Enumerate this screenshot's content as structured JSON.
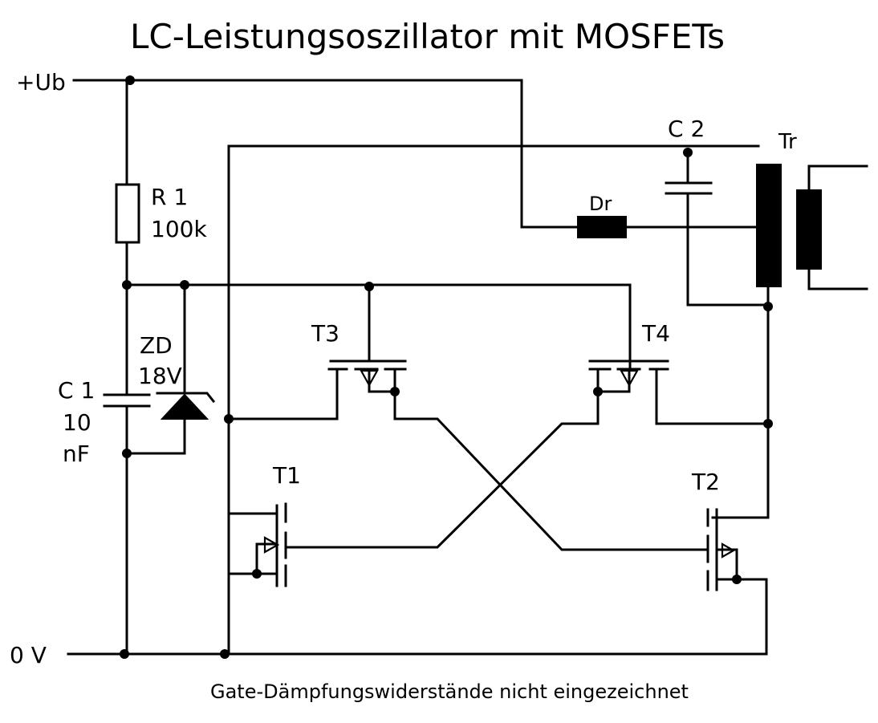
{
  "title": "LC-Leistungsoszillator mit MOSFETs",
  "rails": {
    "supply": "+Ub",
    "ground": "0 V"
  },
  "components": {
    "r1": {
      "name": "R 1",
      "value": "100k"
    },
    "c1": {
      "name": "C 1",
      "value_line1": "10",
      "value_line2": "nF"
    },
    "zd": {
      "name": "ZD",
      "value": "18V"
    },
    "c2": {
      "name": "C 2"
    },
    "dr": {
      "name": "Dr"
    },
    "tr": {
      "name": "Tr"
    },
    "t1": {
      "name": "T1"
    },
    "t2": {
      "name": "T2"
    },
    "t3": {
      "name": "T3"
    },
    "t4": {
      "name": "T4"
    }
  },
  "note": "Gate-Dämpfungswiderstände nicht eingezeichnet",
  "colors": {
    "ink": "#000000",
    "background": "#ffffff"
  }
}
